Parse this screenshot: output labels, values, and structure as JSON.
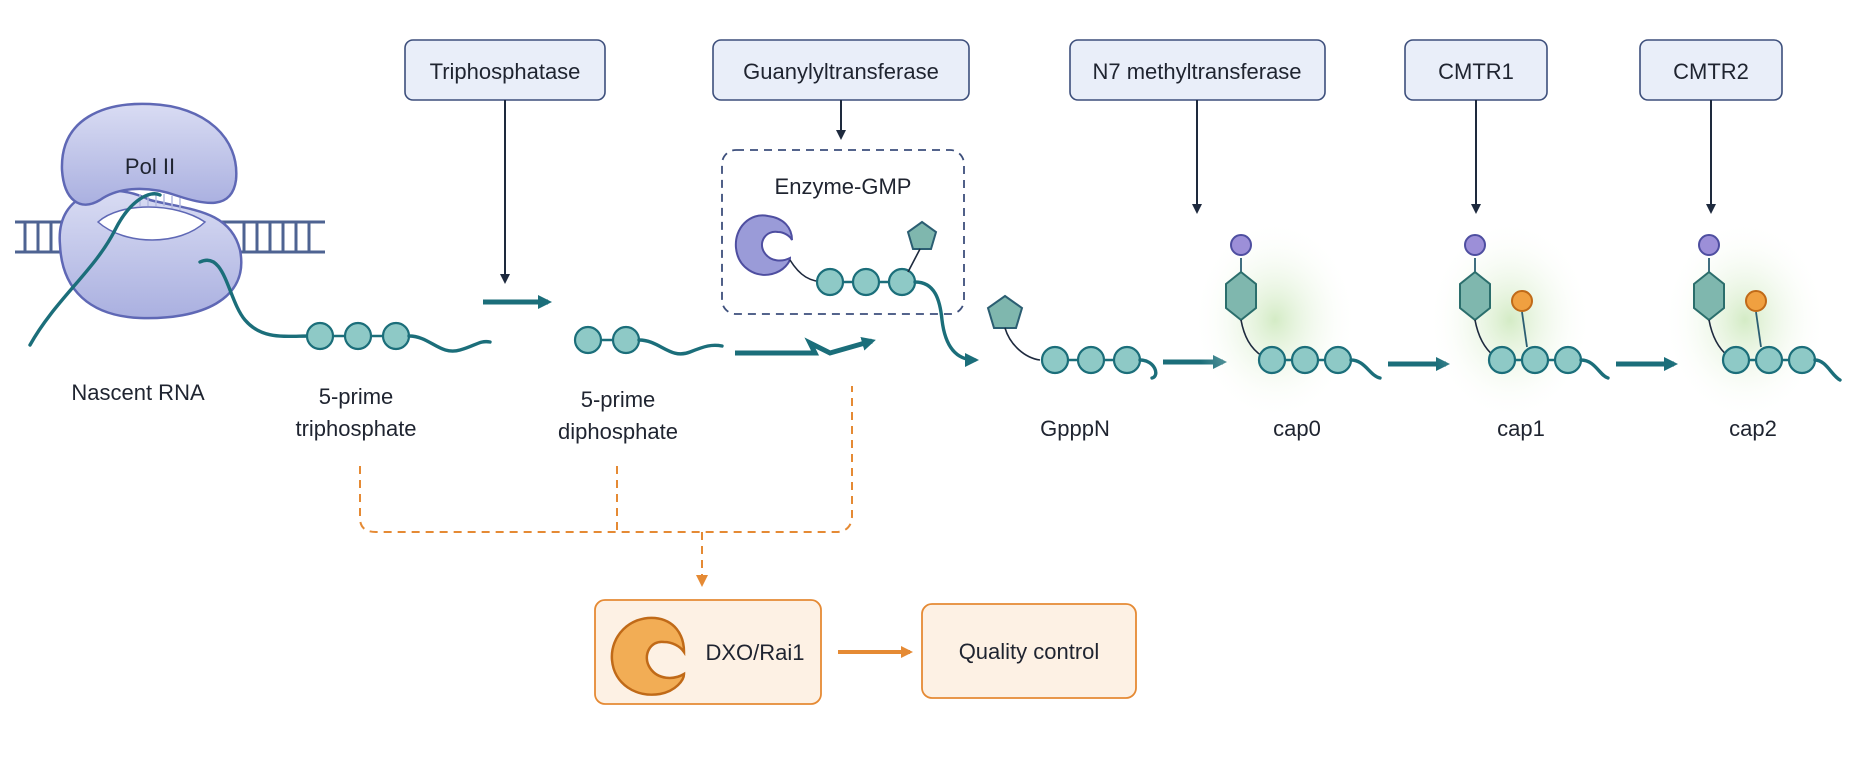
{
  "enzymes": {
    "triphosphatase": "Triphosphatase",
    "guanylyltransferase": "Guanylyltransferase",
    "n7_methyltransferase": "N7 methyltransferase",
    "cmtr1": "CMTR1",
    "cmtr2": "CMTR2"
  },
  "polymerase": {
    "label": "Pol II"
  },
  "intermediate": {
    "label": "Enzyme-GMP"
  },
  "stages": {
    "nascent": "Nascent RNA",
    "triphosphate_line1": "5-prime",
    "triphosphate_line2": "triphosphate",
    "diphosphate_line1": "5-prime",
    "diphosphate_line2": "diphosphate",
    "gpppn": "GpppN",
    "cap0": "cap0",
    "cap1": "cap1",
    "cap2": "cap2"
  },
  "quality": {
    "decapper": "DXO/Rai1",
    "result": "Quality control"
  },
  "colors": {
    "teal": "#1b6e7a",
    "bead_fill": "#8ec9c6",
    "enzyme_box": "#e9eef9",
    "orange": "#e58a34",
    "purple_methyl": "#9c8fd8",
    "orange_methyl": "#f0a040"
  }
}
